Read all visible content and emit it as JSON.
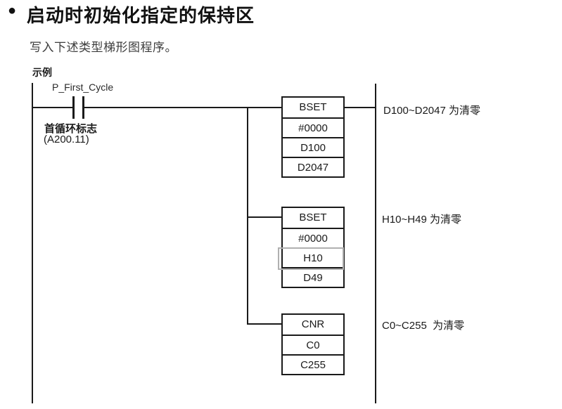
{
  "page": {
    "bullet_icon": "●",
    "title": "启动时初始化指定的保持区",
    "subtitle": "写入下述类型梯形图程序。",
    "example_label": "示例"
  },
  "ladder": {
    "contact": {
      "label": "P_First_Cycle",
      "name": "首循环标志",
      "address": "(A200.11)"
    },
    "blocks": [
      {
        "rows": [
          "BSET",
          "#0000",
          "D100",
          "D2047"
        ],
        "comment": "D100~D2047 为清零"
      },
      {
        "rows": [
          "BSET",
          "#0000",
          "H10",
          "D49"
        ],
        "comment": "H10~H49 为清零"
      },
      {
        "rows": [
          "CNR",
          "C0",
          "C255"
        ],
        "comment": "C0~C255  为清零"
      }
    ]
  },
  "colors": {
    "line": "#1a1a1a",
    "text": "#1a1a1a",
    "highlight_border": "#b0b0b0",
    "background": "#ffffff"
  }
}
